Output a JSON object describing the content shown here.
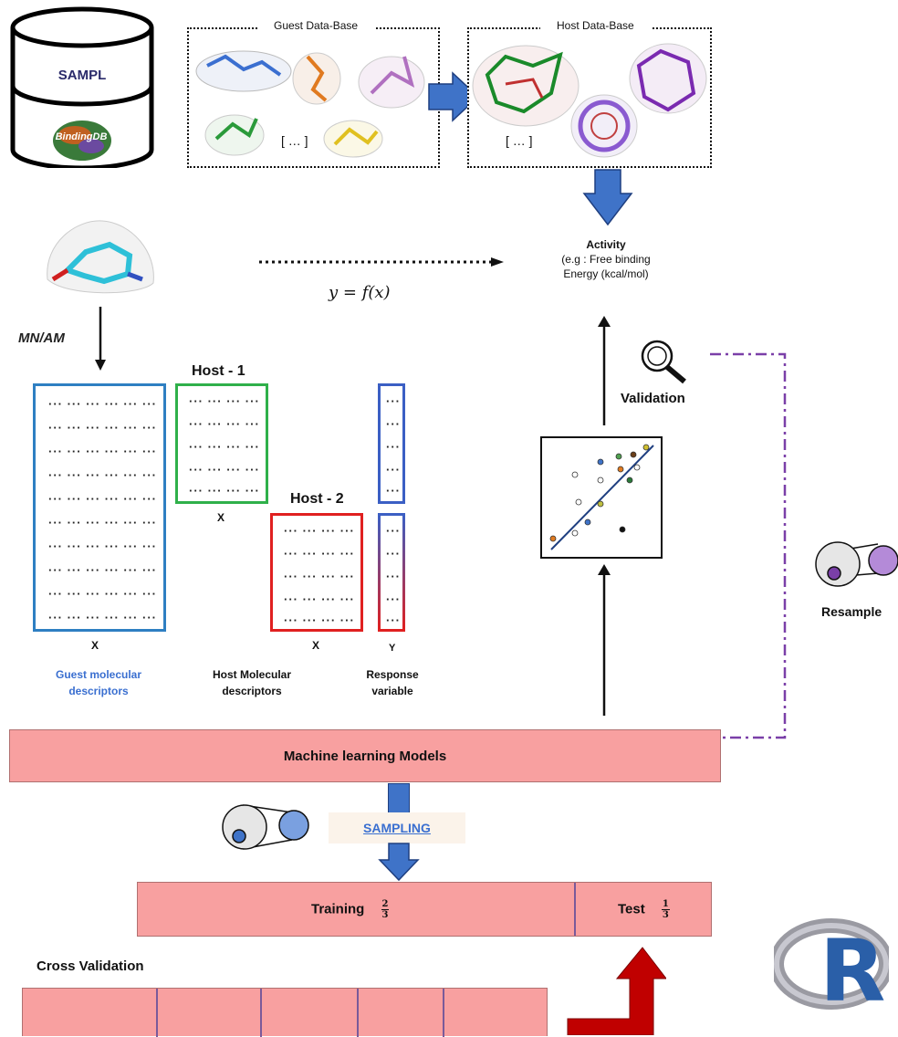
{
  "databases": {
    "sampl_label": "SAMPL",
    "bindingdb_label": "BindingDB",
    "guest_title": "Guest Data-Base",
    "host_title": "Host Data-Base",
    "guest_ellipsis": "[ … ]",
    "host_ellipsis": "[ … ]"
  },
  "activity": {
    "title": "Activity",
    "line1": "(e.g : Free binding",
    "line2": "Energy (kcal/mol)"
  },
  "equation": "y = f(x)",
  "mnam_logo": "MN/AM",
  "matrices": {
    "guest_row": "··· ··· ··· ··· ··· ···",
    "host_row": "··· ··· ··· ···",
    "y_row": "···",
    "host1_title": "Host - 1",
    "host2_title": "Host - 2",
    "x_label_guest": "X",
    "x_label_host1": "X",
    "x_label_host2": "X",
    "y_label": "Y"
  },
  "captions": {
    "guest_line1": "Guest molecular",
    "guest_line2": "descriptors",
    "host_line1": "Host Molecular",
    "host_line2": "descriptors",
    "resp_line1": "Response",
    "resp_line2": "variable"
  },
  "validation_label": "Validation",
  "resample_label": "Resample",
  "ml_models_label": "Machine learning Models",
  "sampling_label": "SAMPLING",
  "split": {
    "training_label": "Training",
    "training_num": "2",
    "training_den": "3",
    "test_label": "Test",
    "test_num": "1",
    "test_den": "3"
  },
  "cross_validation_label": "Cross Validation",
  "r_logo_letter": "R",
  "colors": {
    "guest_matrix": "#2e7fc2",
    "host1_matrix": "#2fb04a",
    "host2_matrix": "#e02020",
    "y_matrix": "#3b5fc4",
    "pink_bar": "#f8a0a0",
    "arrow_blue": "#3f73c8",
    "arrow_red": "#c00000",
    "dashdot_purple": "#7a3fa8",
    "guest_caption": "#3a6fd0"
  }
}
